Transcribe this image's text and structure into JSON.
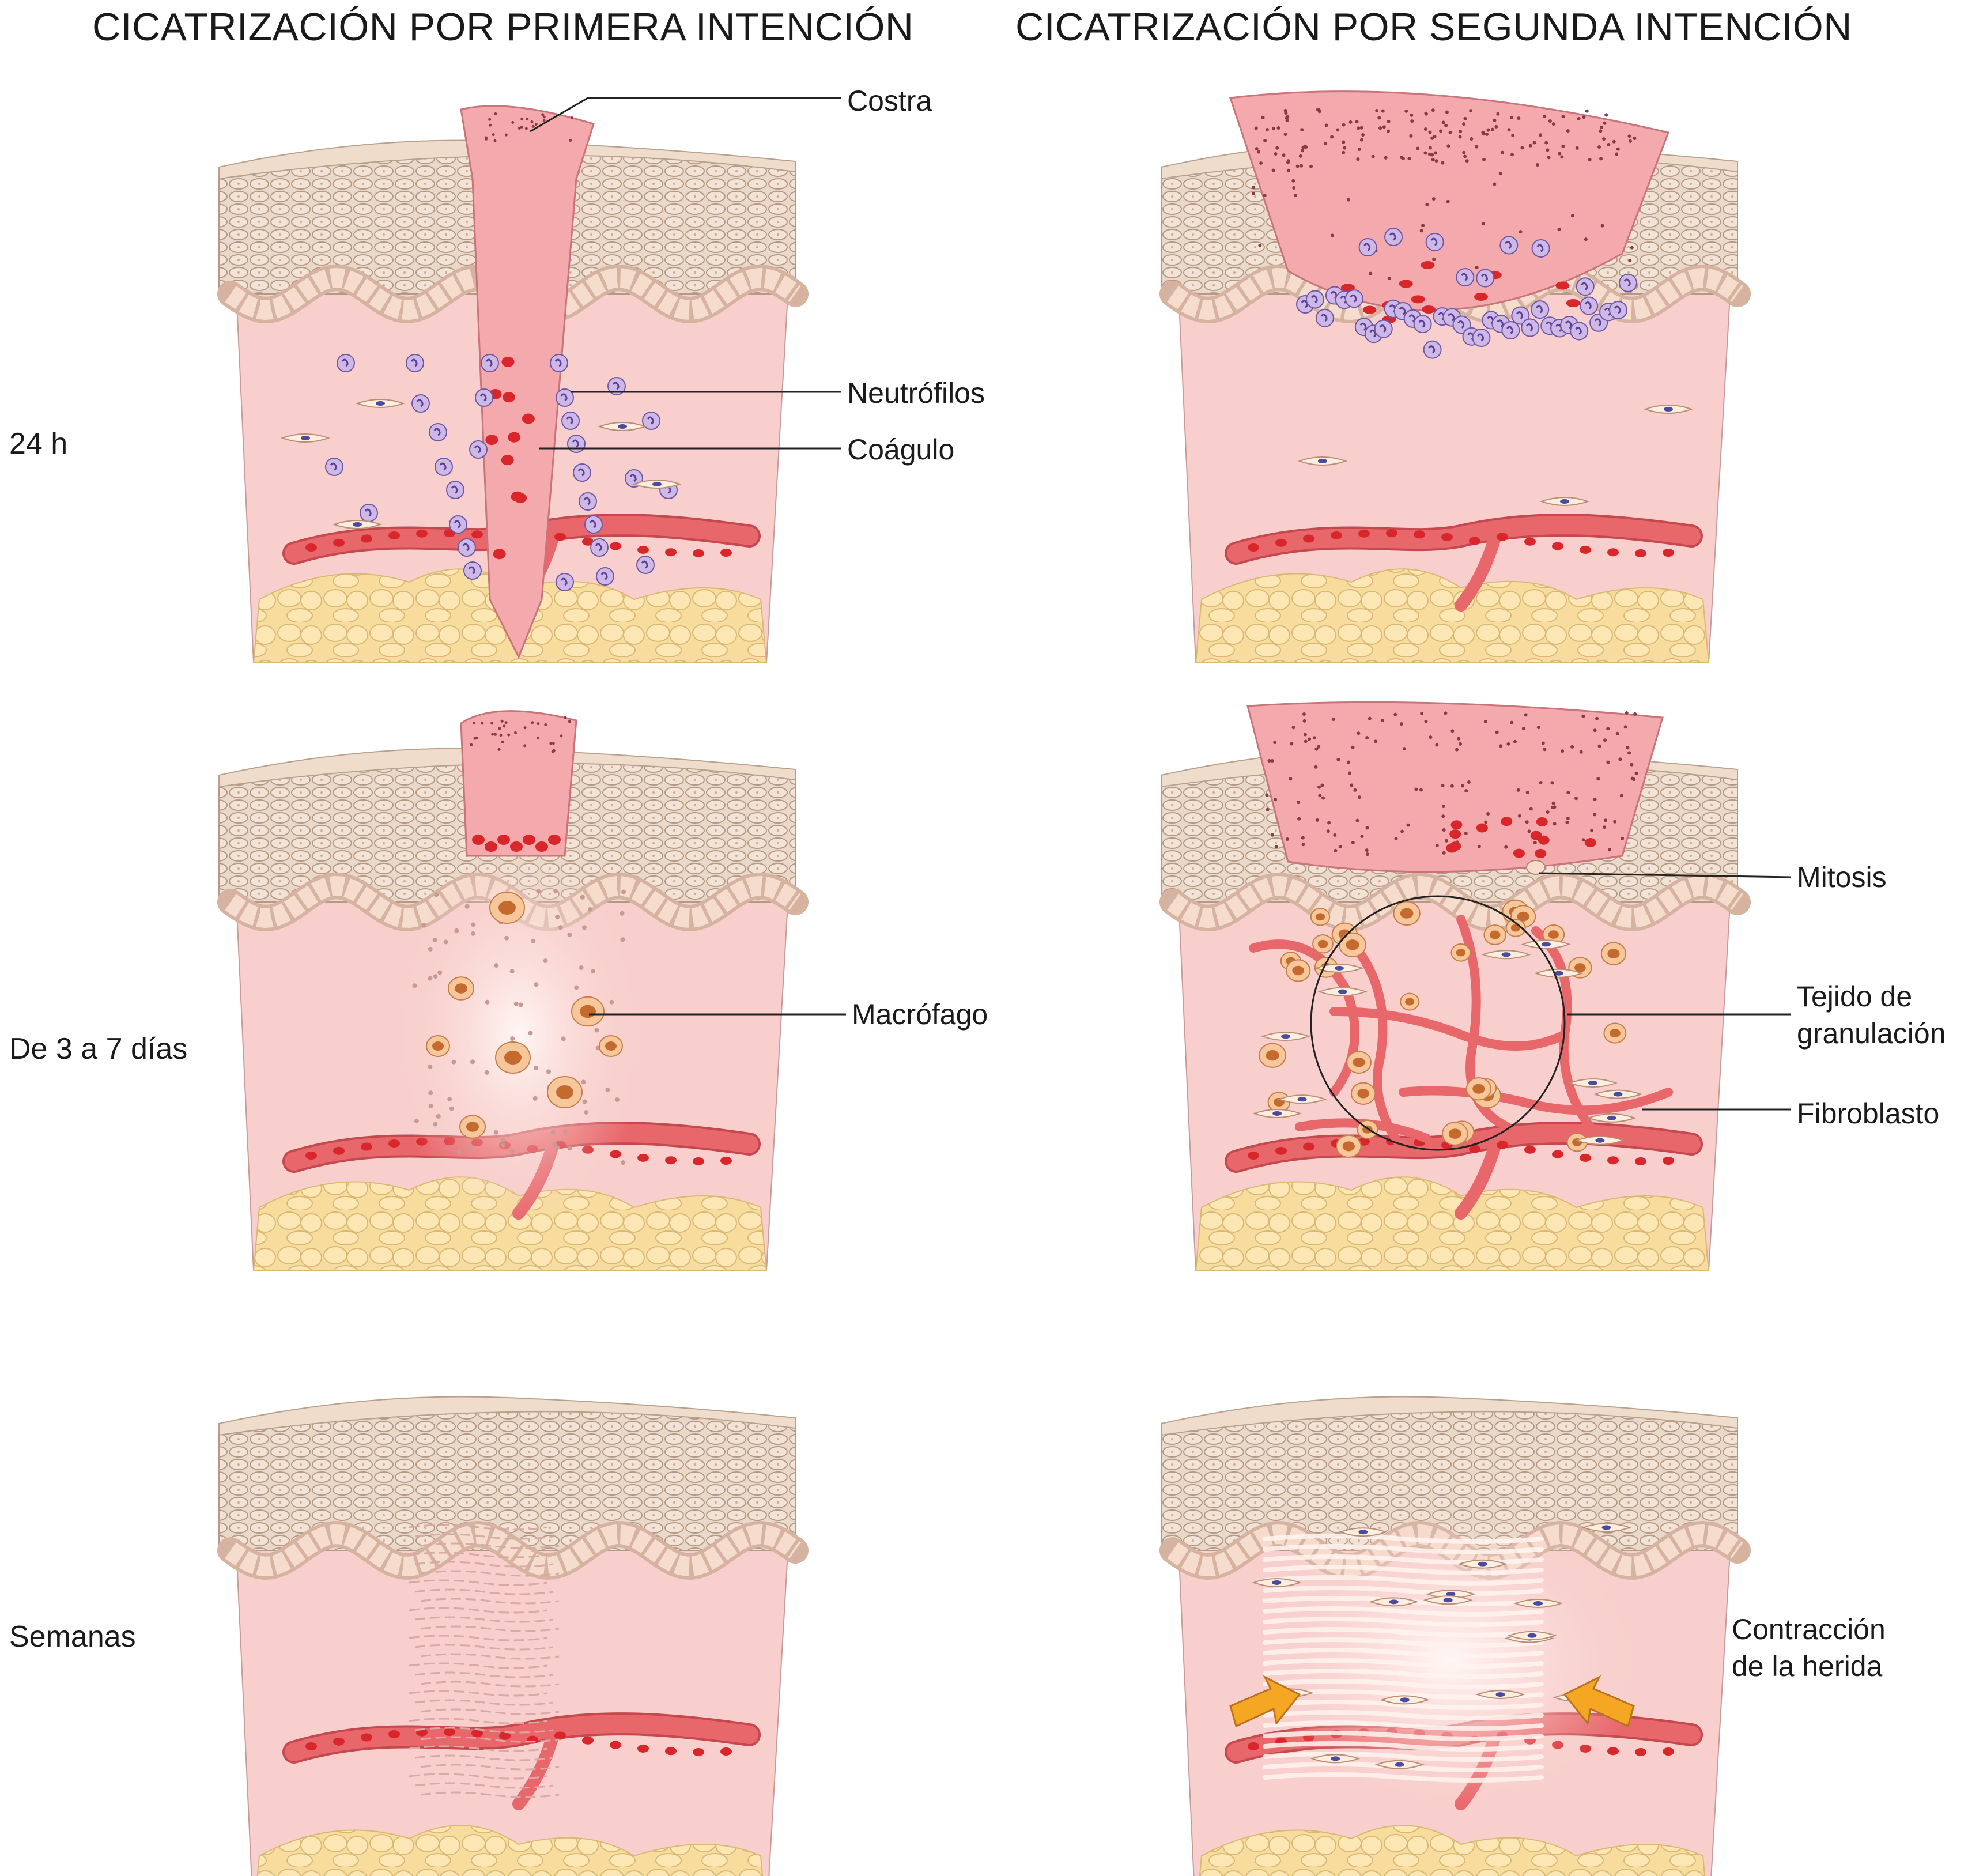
{
  "titles": {
    "first": "CICATRIZACIÓN POR PRIMERA INTENCIÓN",
    "second": "CICATRIZACIÓN POR SEGUNDA INTENCIÓN"
  },
  "rows": {
    "r24h": "24 h",
    "r3to7": "De 3 a 7 días",
    "weeks": "Semanas"
  },
  "labels": {
    "costra": "Costra",
    "neutrofilos": "Neutrófilos",
    "coagulo": "Coágulo",
    "macrofago": "Macrófago",
    "mitosis": "Mitosis",
    "tejido_line1": "Tejido de",
    "tejido_line2": "granulación",
    "fibroblasto": "Fibroblasto",
    "contraccion_line1": "Contracción",
    "contraccion_line2": "de la herida"
  },
  "colors": {
    "epidermis": "#e9d7c8",
    "stratum_corneum": "#f0dccb",
    "basal_cells": "#f6dccc",
    "dermis": "#f8cfcc",
    "fat": "#f8dea0",
    "vessel": "#e8676b",
    "rbc": "#d9262b",
    "clot": "#f4a9ad",
    "neutrophil": "#cdb8e6",
    "macrophage": "#f6c79a",
    "fibroblast_nucleus": "#4a4aa0",
    "arrow": "#f5a623"
  }
}
